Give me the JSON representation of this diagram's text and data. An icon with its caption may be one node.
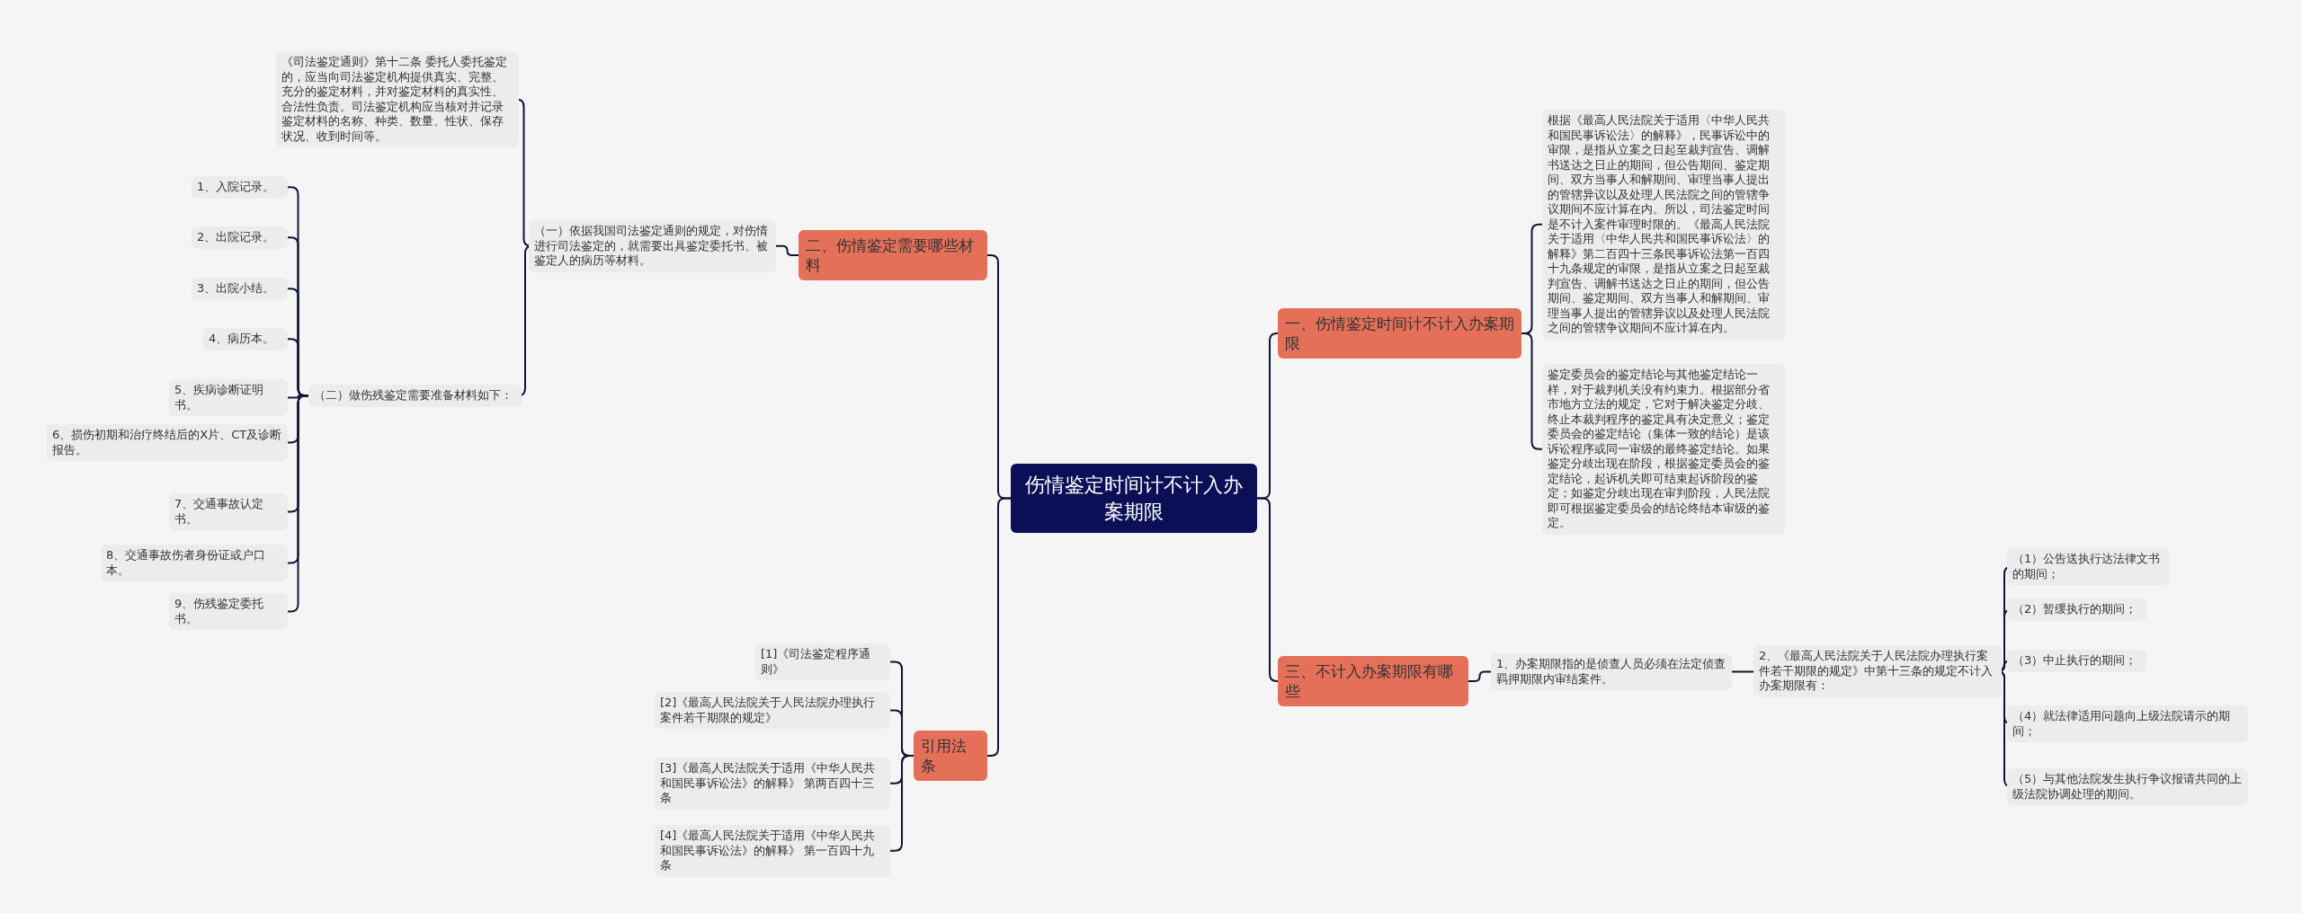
{
  "diagram": {
    "nodes": [
      {
        "text": [
          "伤情鉴定时间计不计入办案期限"
        ]
      },
      {
        "text": [
          "二、伤情鉴定需要哪些材料"
        ]
      },
      {
        "text": [
          "（一）依据我国司法鉴定通则的规定，对伤情进行司法鉴定的，就需要出具鉴定委托书、被鉴定人的病历等材料。"
        ]
      },
      {
        "text": [
          "《司法鉴定通则》第十二条 委托人委托鉴定的，应当向司法鉴定机构提供真实、完整、充分的鉴定材料，并对鉴定材料的真实性、合法性负责。司法鉴定机构应当核对并记录鉴定材料的名称、种类、数量、性状、保存状况、收到时间等。"
        ]
      },
      {
        "text": [
          "（二）做伤残鉴定需要准备材料如下："
        ]
      },
      {
        "text": [
          "1、入院记录。"
        ]
      },
      {
        "text": [
          "2、出院记录。"
        ]
      },
      {
        "text": [
          "3、出院小结。"
        ]
      },
      {
        "text": [
          "4、病历本。"
        ]
      },
      {
        "text": [
          "5、疾病诊断证明书。"
        ]
      },
      {
        "text": [
          "6、损伤初期和治疗终结后的X片、CT及诊断报告。"
        ]
      },
      {
        "text": [
          "7、交通事故认定书。"
        ]
      },
      {
        "text": [
          "8、交通事故伤者身份证或户口本。"
        ]
      },
      {
        "text": [
          "9、伤残鉴定委托书。"
        ]
      },
      {
        "text": [
          "引用法条"
        ]
      },
      {
        "text": [
          "[1]《司法鉴定程序通则》"
        ]
      },
      {
        "text": [
          "[2]《最高人民法院关于人民法院办理执行案件若干期限的规定》"
        ]
      },
      {
        "text": [
          "[3]《最高人民法院关于适用《中华人民共和国民事诉讼法》的解释》 第两百四十三条"
        ]
      },
      {
        "text": [
          "[4]《最高人民法院关于适用《中华人民共和国民事诉讼法》的解释》 第一百四十九条"
        ]
      },
      {
        "text": [
          "一、伤情鉴定时间计不计入办案期限"
        ]
      },
      {
        "text": [
          "根据《最高人民法院关于适用〈中华人民共和国民事诉讼法〉的解释》，民事诉讼中的审限，是指从立案之日起至裁判宣告、调解书送达之日止的期间，但公告期间、鉴定期间、双方当事人和解期间、审理当事人提出的管辖异议以及处理人民法院之间的管辖争议期间不应计算在内。所以，司法鉴定时间是不计入案件审理时限的。《最高人民法院关于适用〈中华人民共和国民事诉讼法〉的解释》第二百四十三条民事诉讼法第一百四十九条规定的审限，是指从立案之日起至裁判宣告、调解书送达之日止的期间，但公告期间、鉴定期间、双方当事人和解期间、审理当事人提出的管辖异议以及处理人民法院之间的管辖争议期间不应计算在内。"
        ]
      },
      {
        "text": [
          "鉴定委员会的鉴定结论与其他鉴定结论一样，对于裁判机关没有约束力。根据部分省市地方立法的规定，它对于解决鉴定分歧、终止本裁判程序的鉴定具有决定意义；鉴定委员会的鉴定结论（集体一致的结论）是该诉讼程序或同一审级的最终鉴定结论。如果鉴定分歧出现在阶段，根据鉴定委员会的鉴定结论，起诉机关即可结束起诉阶段的鉴定；如鉴定分歧出现在审判阶段，人民法院即可根据鉴定委员会的结论终结本审级的鉴定。"
        ]
      },
      {
        "text": [
          "三、不计入办案期限有哪些"
        ]
      },
      {
        "text": [
          "1、办案期限指的是侦查人员必须在法定侦查羁押期限内审结案件。"
        ]
      },
      {
        "text": [
          "2、《最高人民法院关于人民法院办理执行案件若干期限的规定》中第十三条的规定不计入办案期限有："
        ]
      },
      {
        "text": [
          "（1）公告送执行达法律文书的期间；"
        ]
      },
      {
        "text": [
          "（2）暂缓执行的期间；"
        ]
      },
      {
        "text": [
          "（3）中止执行的期间；"
        ]
      },
      {
        "text": [
          "（4）就法律适用问题向上级法院请示的期间；"
        ]
      },
      {
        "text": [
          "（5）与其他法院发生执行争议报请共同的上级法院协调处理的期间。"
        ]
      }
    ],
    "edges": [
      {
        "from": 0,
        "to": 1,
        "arrow": "none"
      },
      {
        "from": 0,
        "to": 14,
        "arrow": "none"
      },
      {
        "from": 0,
        "to": 19,
        "arrow": "none"
      },
      {
        "from": 0,
        "to": 22,
        "arrow": "none"
      },
      {
        "from": 1,
        "to": 2,
        "arrow": "none"
      },
      {
        "from": 2,
        "to": 3,
        "arrow": "none"
      },
      {
        "from": 2,
        "to": 4,
        "arrow": "none"
      },
      {
        "from": 4,
        "to": 5,
        "arrow": "none"
      },
      {
        "from": 4,
        "to": 6,
        "arrow": "none"
      },
      {
        "from": 4,
        "to": 7,
        "arrow": "none"
      },
      {
        "from": 4,
        "to": 8,
        "arrow": "none"
      },
      {
        "from": 4,
        "to": 9,
        "arrow": "none"
      },
      {
        "from": 4,
        "to": 10,
        "arrow": "none"
      },
      {
        "from": 4,
        "to": 11,
        "arrow": "none"
      },
      {
        "from": 4,
        "to": 12,
        "arrow": "none"
      },
      {
        "from": 4,
        "to": 13,
        "arrow": "none"
      },
      {
        "from": 14,
        "to": 15,
        "arrow": "none"
      },
      {
        "from": 14,
        "to": 16,
        "arrow": "none"
      },
      {
        "from": 14,
        "to": 17,
        "arrow": "none"
      },
      {
        "from": 14,
        "to": 18,
        "arrow": "none"
      },
      {
        "from": 19,
        "to": 20,
        "arrow": "none"
      },
      {
        "from": 19,
        "to": 21,
        "arrow": "none"
      },
      {
        "from": 22,
        "to": 23,
        "arrow": "none"
      },
      {
        "from": 23,
        "to": 24,
        "arrow": "none"
      },
      {
        "from": 24,
        "to": 25,
        "arrow": "none"
      },
      {
        "from": 24,
        "to": 26,
        "arrow": "none"
      },
      {
        "from": 24,
        "to": 27,
        "arrow": "none"
      },
      {
        "from": 24,
        "to": 28,
        "arrow": "none"
      },
      {
        "from": 24,
        "to": 29,
        "arrow": "none"
      }
    ]
  }
}
